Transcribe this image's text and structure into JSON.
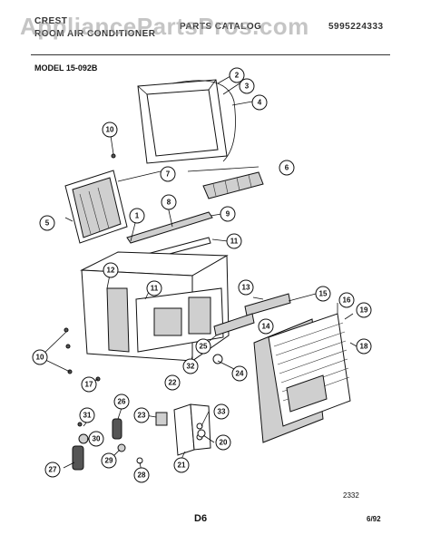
{
  "header": {
    "left_line1": "CREST",
    "left_line2": "ROOM AIR CONDITIONER",
    "center": "PARTS CATALOG",
    "right": "5995224333"
  },
  "watermark": "AppliancePartsPros.com",
  "model_label": "MODEL 15-092B",
  "callouts": [
    "1",
    "2",
    "3",
    "4",
    "5",
    "6",
    "7",
    "8",
    "9",
    "10",
    "10",
    "11",
    "11",
    "12",
    "13",
    "14",
    "15",
    "16",
    "17",
    "18",
    "19",
    "20",
    "21",
    "22",
    "23",
    "24",
    "25",
    "26",
    "27",
    "28",
    "29",
    "30",
    "31",
    "32",
    "33"
  ],
  "footer": {
    "drawing_number": "2332",
    "page": "D6",
    "date": "6/92"
  }
}
